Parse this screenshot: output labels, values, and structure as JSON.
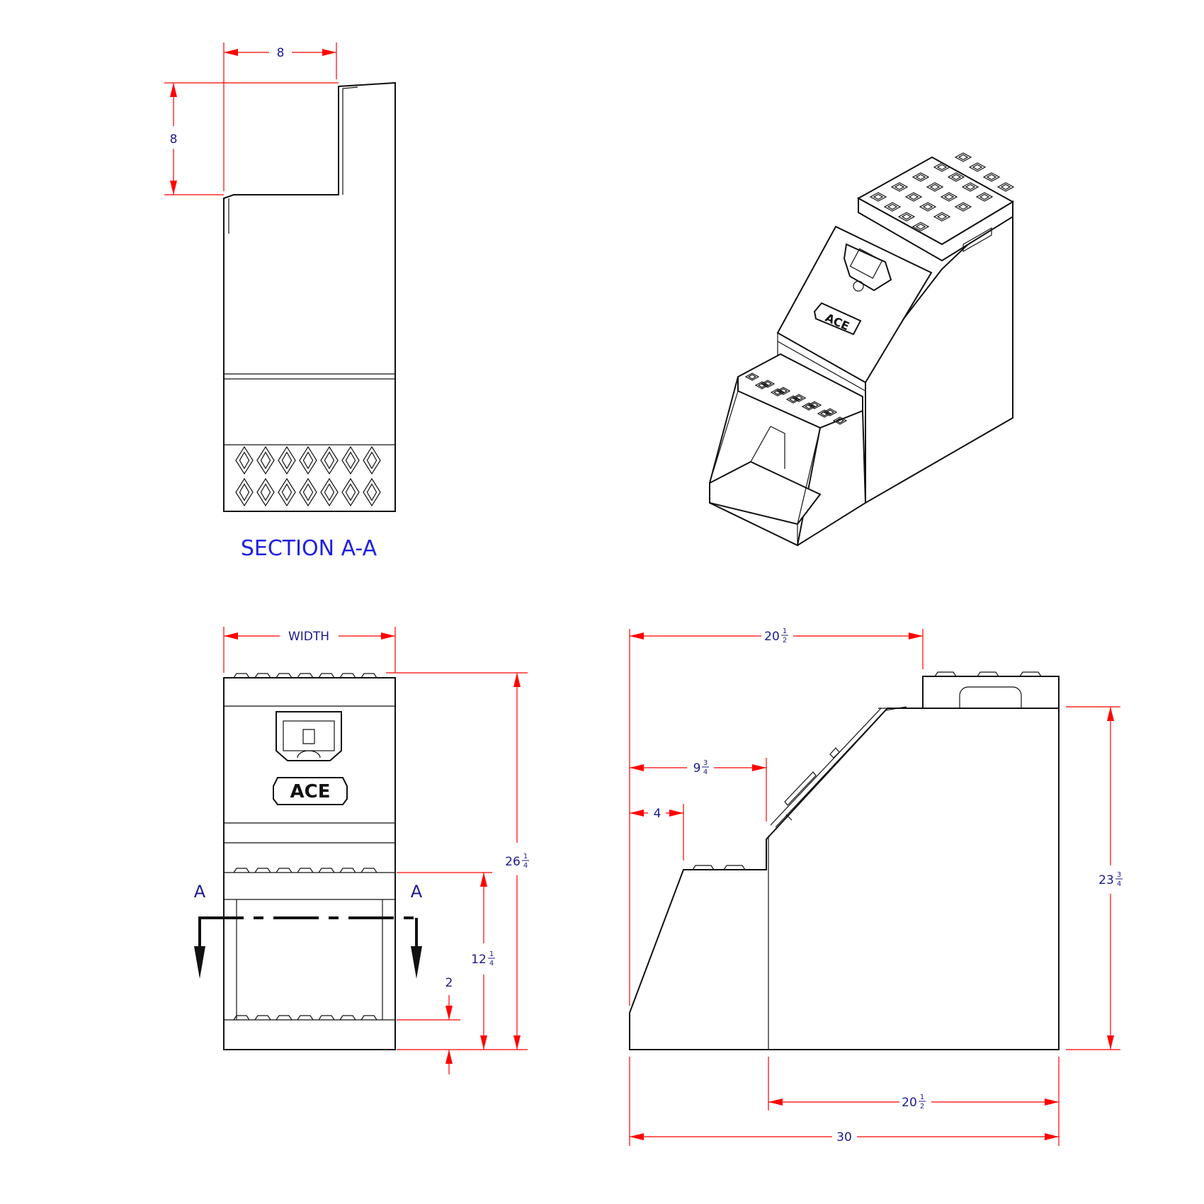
{
  "section_title": "SECTION A-A",
  "section_markers": [
    "A",
    "A"
  ],
  "logo_text": "ACE",
  "dims": {
    "sec_width": "8",
    "sec_height": "8",
    "front_width": "WIDTH",
    "front_total_height": {
      "whole": "26",
      "num": "1",
      "den": "4"
    },
    "front_step_height": {
      "whole": "12",
      "num": "1",
      "den": "4"
    },
    "front_bottom": "2",
    "side_top_width": {
      "whole": "20",
      "num": "1",
      "den": "2"
    },
    "side_step2": {
      "whole": "9",
      "num": "3",
      "den": "4"
    },
    "side_step1": "4",
    "side_height": {
      "whole": "23",
      "num": "3",
      "den": "4"
    },
    "side_base_width": {
      "whole": "20",
      "num": "1",
      "den": "2"
    },
    "side_total": "30"
  }
}
